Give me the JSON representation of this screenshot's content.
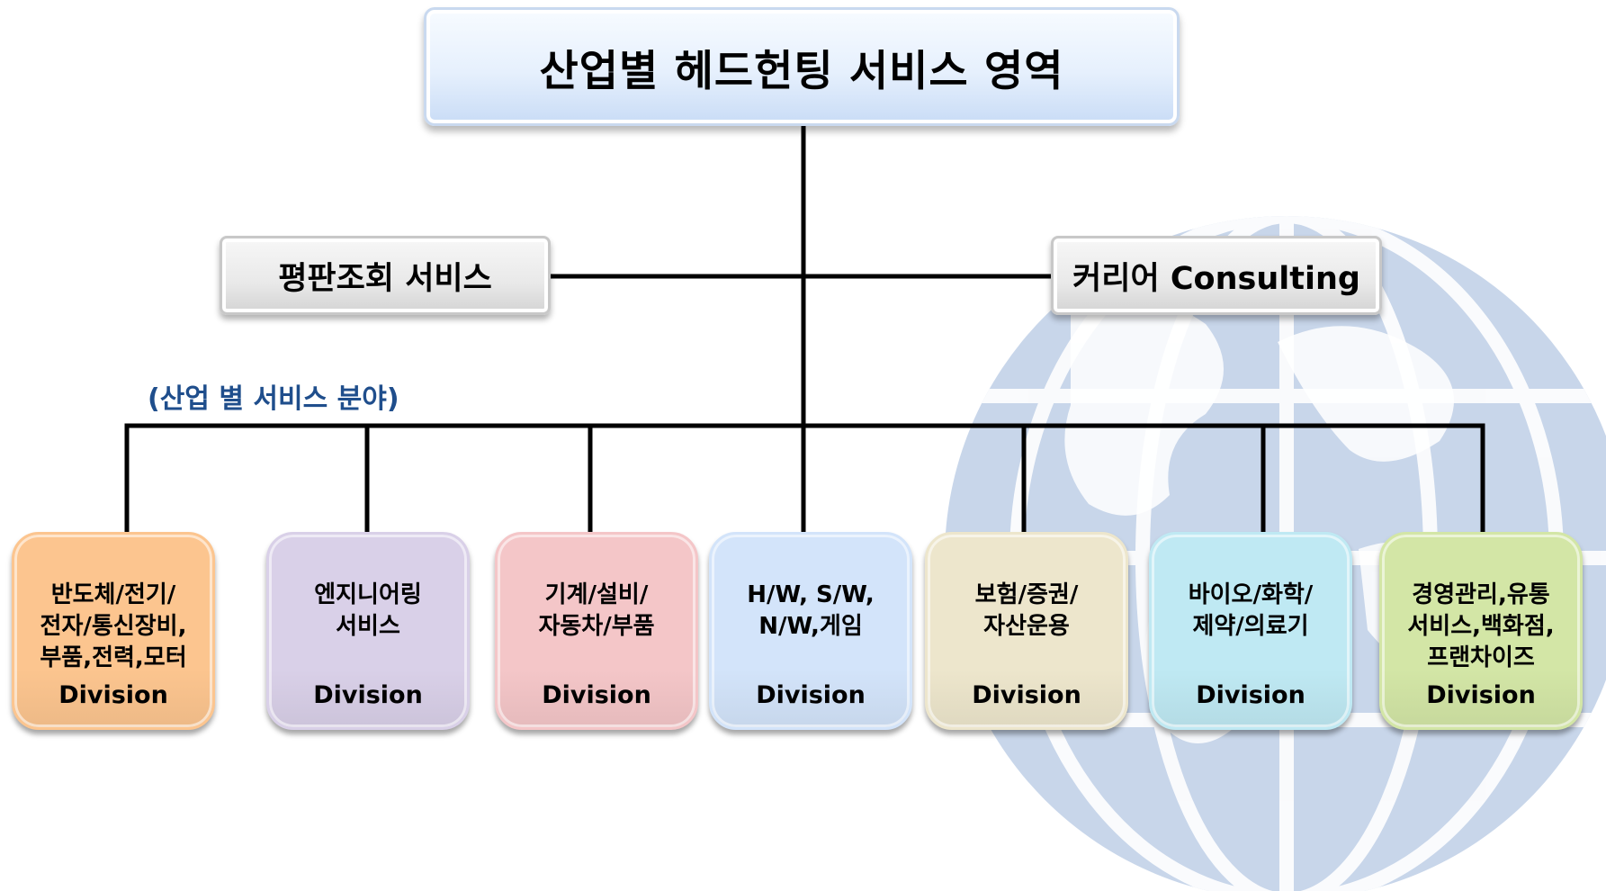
{
  "title": "산업별 헤드헌팅 서비스 영역",
  "left_service": "평판조회 서비스",
  "right_service": "커리어 Consulting",
  "sub_heading": "(산업 별 서비스 분야)",
  "divisions": [
    {
      "text": "반도체/전기/\n전자/통신장비,\n부품,전력,모터",
      "label": "Division",
      "color": "#fcc58f"
    },
    {
      "text": "엔지니어링\n서비스",
      "label": "Division",
      "color": "#d9d0e8"
    },
    {
      "text": "기계/설비/\n자동차/부품",
      "label": "Division",
      "color": "#f4c6c8"
    },
    {
      "text": "H/W, S/W,\nN/W,게임",
      "label": "Division",
      "color": "#d3e4fa"
    },
    {
      "text": "보험/증권/\n자산운용",
      "label": "Division",
      "color": "#ede6cc"
    },
    {
      "text": "바이오/화학/\n제약/의료기",
      "label": "Division",
      "color": "#bfe9f3"
    },
    {
      "text": "경영관리,유통\n서비스,백화점,\n프랜차이즈",
      "label": "Division",
      "color": "#d3e6a6"
    }
  ]
}
